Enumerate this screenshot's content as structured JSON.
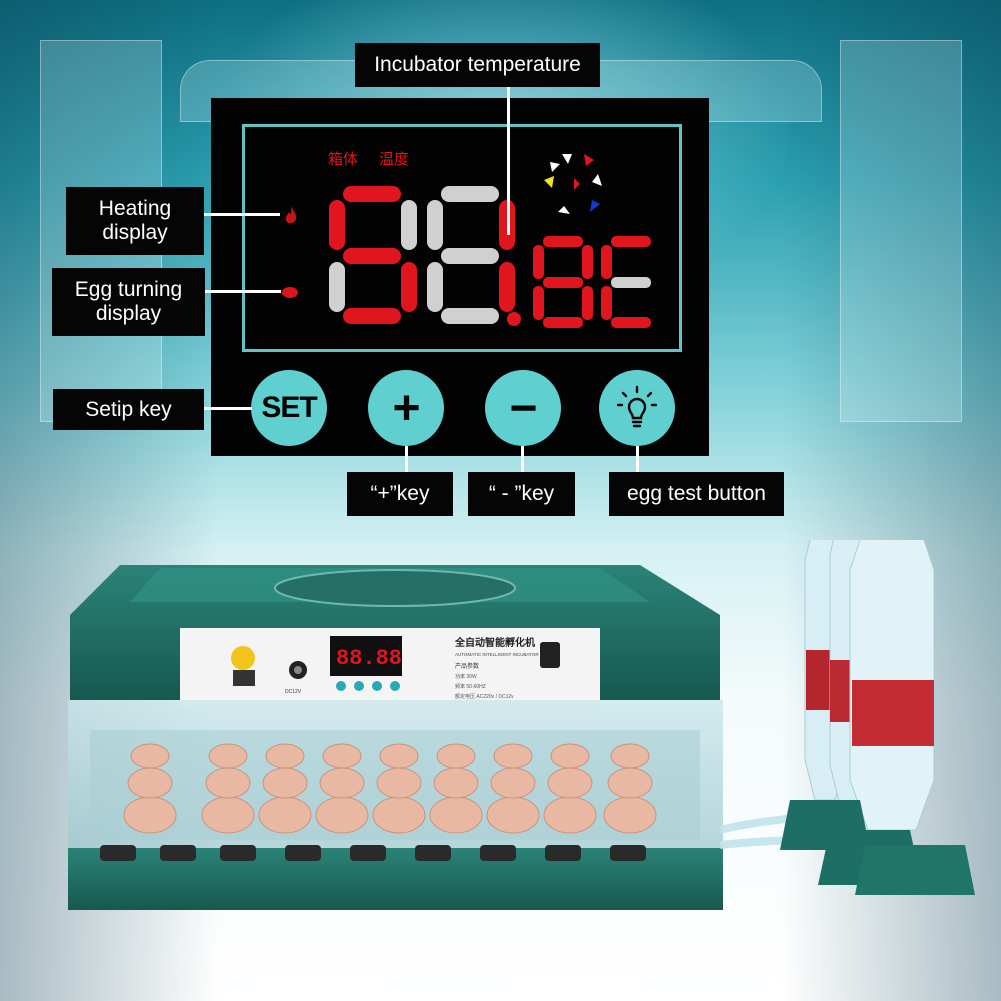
{
  "labels": {
    "incubator_temperature": "Incubator temperature",
    "heating_display_1": "Heating",
    "heating_display_2": "display",
    "egg_turning_1": "Egg turning",
    "egg_turning_2": "display",
    "setup_key": "Setip key",
    "plus_key": "“+”key",
    "minus_key": "“ - ”key",
    "egg_test": "egg test button"
  },
  "panel": {
    "cn_box": "箱体",
    "cn_temp": "温度",
    "set_label": "SET",
    "plus_symbol": "+",
    "minus_symbol": "−"
  },
  "device": {
    "title_cn": "全自动智能孵化机",
    "title_en": "AUTOMATIC INTELLIGENT INCUBATOR",
    "params_cn": "产品参数",
    "power_label": "DC12V",
    "spec_1": "功率 30W",
    "spec_2": "频率 50-60HZ",
    "spec_3": "额定电压 AC220v / DC12v"
  },
  "colors": {
    "panel_bg": "#030303",
    "accent_teal": "#5fcfd0",
    "digit_red": "#e0151d",
    "digit_grey": "#d0d0d0",
    "incubator_green": "#1d6f65"
  }
}
